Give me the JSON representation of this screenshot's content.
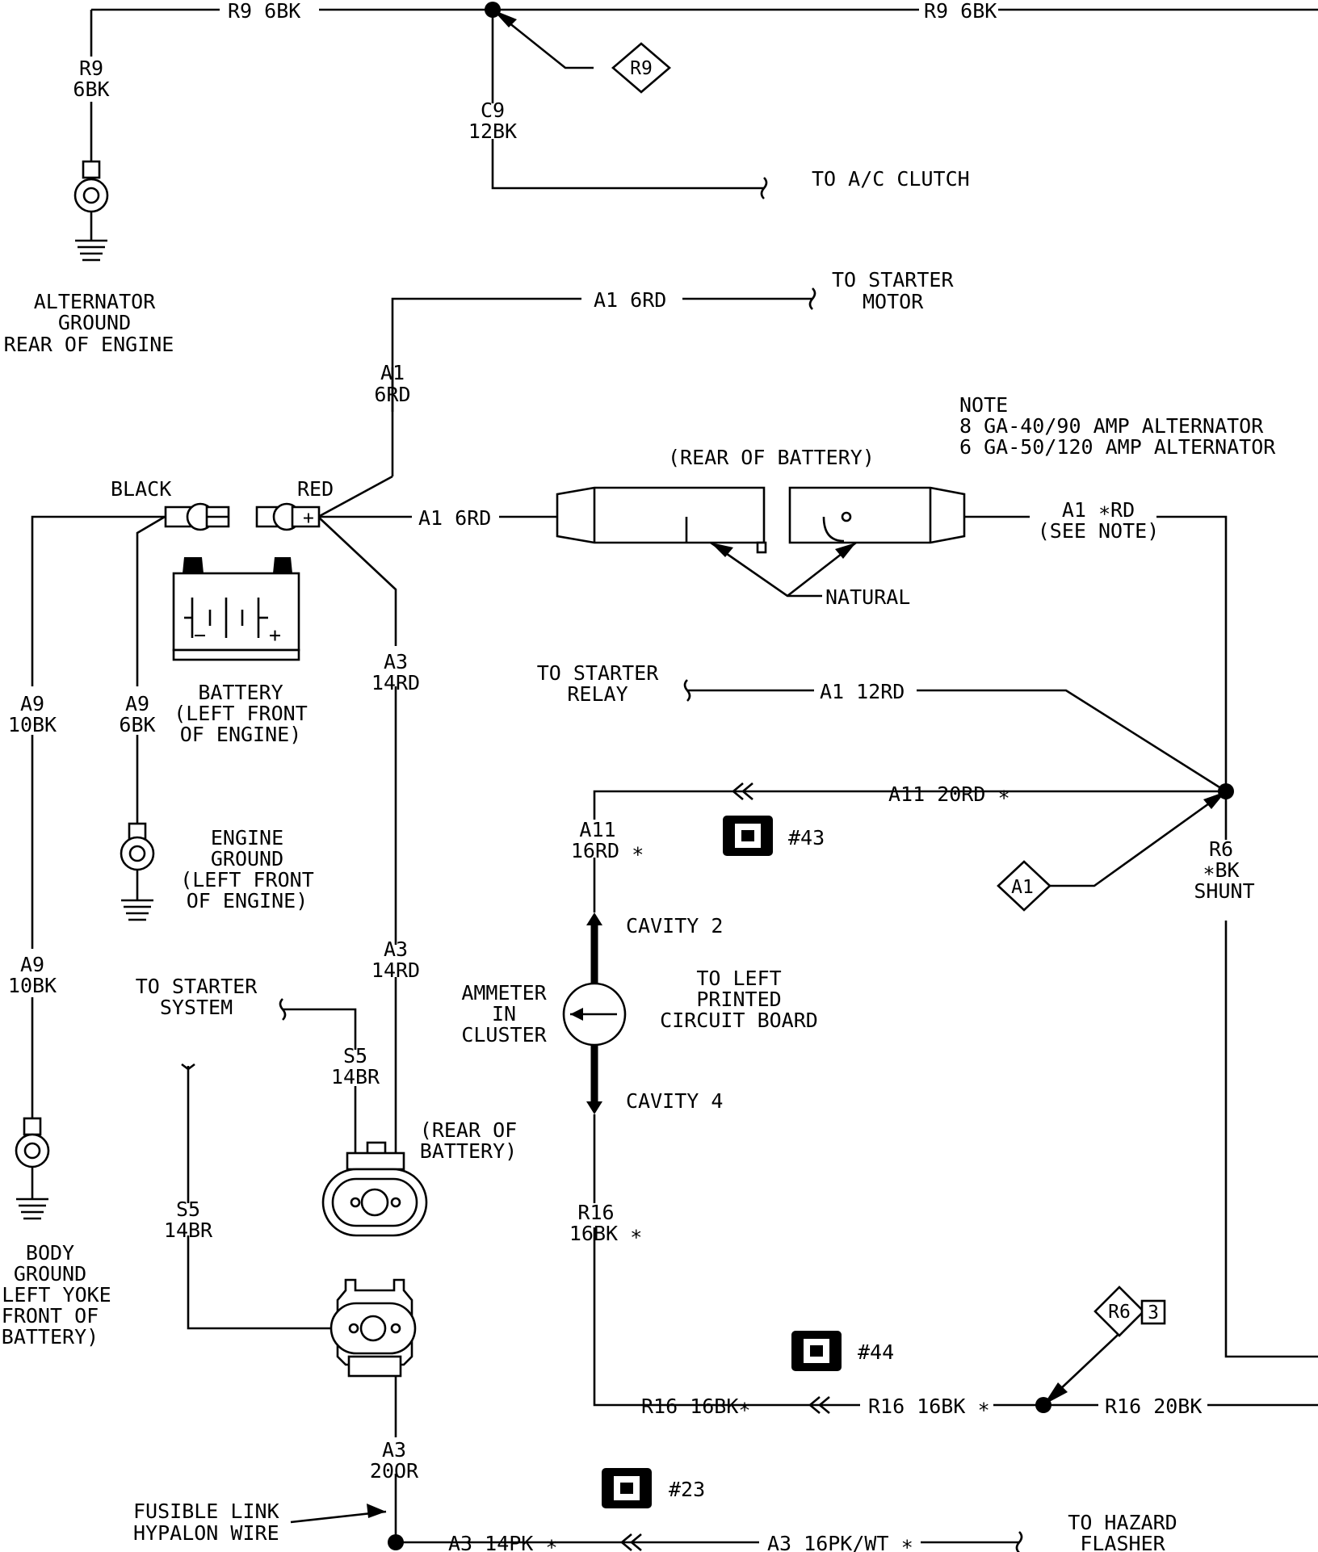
{
  "wires": {
    "r9_top_left": "R9 6BK",
    "r9_top_right": "R9 6BK",
    "r9_vert_1": "R9",
    "r9_vert_2": "6BK",
    "c9_1": "C9",
    "c9_2": "12BK",
    "a1_top": "A1 6RD",
    "a1_vert_1": "A1",
    "a1_vert_2": "6RD",
    "a1_battery": "A1 6RD",
    "a1_right_1": "A1 ∗RD",
    "a1_right_2": "(SEE NOTE)",
    "a9_left_1": "A9",
    "a9_left_2": "10BK",
    "a9_left2_1": "A9",
    "a9_left2_2": "10BK",
    "a9_mid_1": "A9",
    "a9_mid_2": "6BK",
    "a3_upper_1": "A3",
    "a3_upper_2": "14RD",
    "a3_mid_1": "A3",
    "a3_mid_2": "14RD",
    "a3_bottom_1": "A3",
    "a3_bottom_2": "20OR",
    "a3_14pk": "A3 14PK ∗",
    "a3_16pk": "A3 16PK/WT ∗",
    "a1_12rd": "A1 12RD",
    "a11_20rd": "A11 20RD ∗",
    "a11_vert_1": "A11",
    "a11_vert_2": "16RD ∗",
    "r16_vert_1": "R16",
    "r16_vert_2": "16BK ∗",
    "r16_bottom_1": "R16 16BK∗",
    "r16_bottom_2": "R16 16BK ∗",
    "r16_bottom_3": "R16 20BK",
    "s5_upper_1": "S5",
    "s5_upper_2": "14BR",
    "s5_lower_1": "S5",
    "s5_lower_2": "14BR",
    "r6_1": "R6",
    "r6_2": "∗BK",
    "r6_3": "SHUNT"
  },
  "labels": {
    "to_ac_clutch": "TO A/C CLUTCH",
    "to_starter_motor_1": "TO STARTER",
    "to_starter_motor_2": "MOTOR",
    "alt_ground_1": "ALTERNATOR",
    "alt_ground_2": "GROUND",
    "alt_ground_3": "REAR OF ENGINE",
    "note_1": "NOTE",
    "note_2": "8 GA-40/90 AMP ALTERNATOR",
    "note_3": "6 GA-50/120 AMP ALTERNATOR",
    "rear_of_battery": "(REAR OF BATTERY)",
    "black": "BLACK",
    "red": "RED",
    "natural": "NATURAL",
    "battery_1": "BATTERY",
    "battery_2": "(LEFT FRONT",
    "battery_3": "OF ENGINE)",
    "to_starter_relay_1": "TO STARTER",
    "to_starter_relay_2": "RELAY",
    "engine_ground_1": "ENGINE",
    "engine_ground_2": "GROUND",
    "engine_ground_3": "(LEFT FRONT",
    "engine_ground_4": "OF ENGINE)",
    "cavity_2": "CAVITY 2",
    "cavity_4": "CAVITY 4",
    "ammeter_1": "AMMETER",
    "ammeter_2": "IN",
    "ammeter_3": "CLUSTER",
    "to_left_pcb_1": "TO LEFT",
    "to_left_pcb_2": "PRINTED",
    "to_left_pcb_3": "CIRCUIT BOARD",
    "to_starter_system_1": "TO STARTER",
    "to_starter_system_2": "SYSTEM",
    "rear_of_battery2_1": "(REAR OF",
    "rear_of_battery2_2": "BATTERY)",
    "body_ground_1": "BODY",
    "body_ground_2": "GROUND",
    "body_ground_3": "LEFT YOKE",
    "body_ground_4": "FRONT OF",
    "body_ground_5": "BATTERY)",
    "fusible_link_1": "FUSIBLE LINK",
    "fusible_link_2": "HYPALON WIRE",
    "to_hazard_1": "TO HAZARD",
    "to_hazard_2": "FLASHER"
  },
  "refs": {
    "r9_diamond": "R9",
    "a1_diamond": "A1",
    "r6_diamond": "R6",
    "r6_page": "3",
    "c43": "#43",
    "c44": "#44",
    "c23": "#23"
  }
}
